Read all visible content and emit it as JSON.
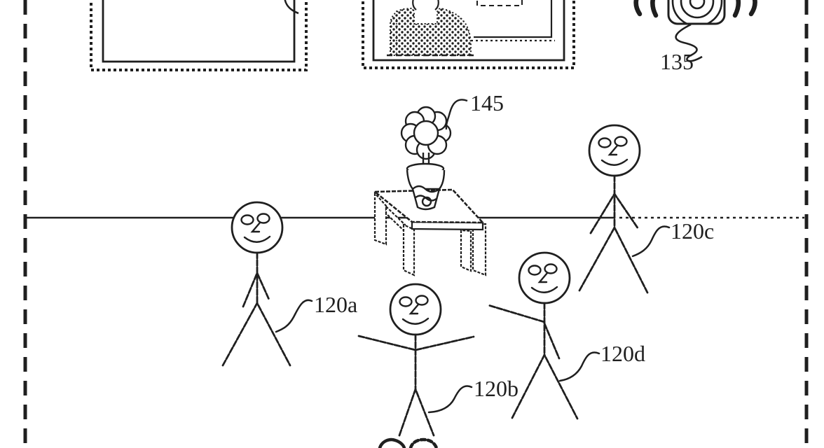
{
  "figure": {
    "kind": "patent-line-drawing",
    "scene": "room with four stick-figure people, a table holding a potted flower, two wall picture frames, and a wall speaker emitting sound",
    "colors": {
      "ink": "#1f1f1f",
      "paper": "#ffffff"
    },
    "labels": {
      "speaker": "135",
      "flower": "145",
      "person_a": "120a",
      "person_b": "120b",
      "person_c": "120c",
      "person_d": "120d"
    }
  }
}
